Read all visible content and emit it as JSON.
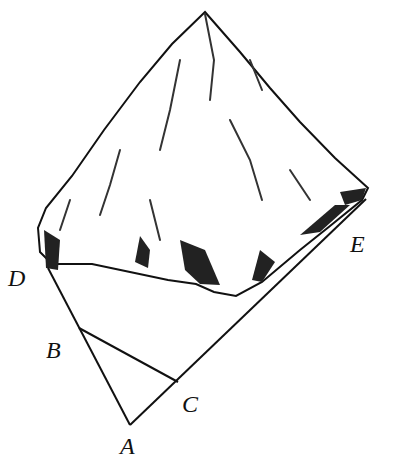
{
  "diagram": {
    "labels": [
      "D",
      "B",
      "A",
      "C",
      "E"
    ]
  }
}
